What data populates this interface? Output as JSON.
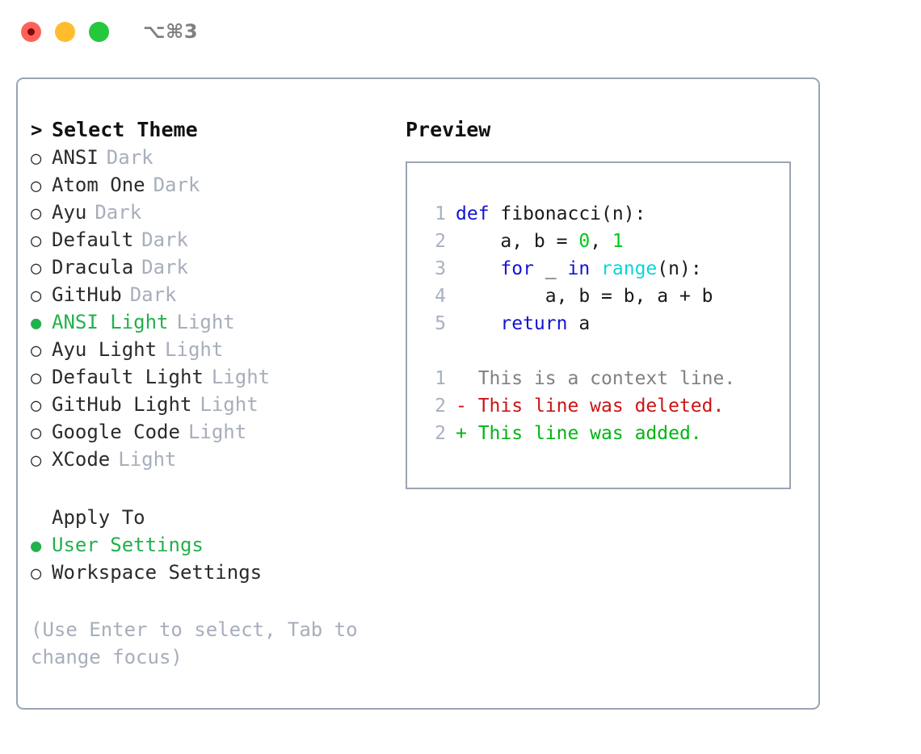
{
  "window": {
    "title": "⌥⌘3",
    "traffic_lights": [
      "close",
      "minimize",
      "zoom"
    ]
  },
  "theme_panel": {
    "header_caret": ">",
    "header": "Select Theme",
    "bullet_unselected": "○",
    "bullet_selected": "●",
    "items": [
      {
        "name": "ANSI",
        "kind": "Dark",
        "selected": false
      },
      {
        "name": "Atom One",
        "kind": "Dark",
        "selected": false
      },
      {
        "name": "Ayu",
        "kind": "Dark",
        "selected": false
      },
      {
        "name": "Default",
        "kind": "Dark",
        "selected": false
      },
      {
        "name": "Dracula",
        "kind": "Dark",
        "selected": false
      },
      {
        "name": "GitHub",
        "kind": "Dark",
        "selected": false
      },
      {
        "name": "ANSI Light",
        "kind": "Light",
        "selected": true
      },
      {
        "name": "Ayu Light",
        "kind": "Light",
        "selected": false
      },
      {
        "name": "Default Light",
        "kind": "Light",
        "selected": false
      },
      {
        "name": "GitHub Light",
        "kind": "Light",
        "selected": false
      },
      {
        "name": "Google Code",
        "kind": "Light",
        "selected": false
      },
      {
        "name": "XCode",
        "kind": "Light",
        "selected": false
      }
    ]
  },
  "apply_to": {
    "title": "Apply To",
    "options": [
      {
        "label": "User Settings",
        "selected": true
      },
      {
        "label": "Workspace Settings",
        "selected": false
      }
    ]
  },
  "hint": "(Use Enter to select, Tab to change focus)",
  "preview": {
    "title": "Preview",
    "code_lines": [
      {
        "no": "1",
        "tokens": [
          {
            "t": "def ",
            "c": "kw"
          },
          {
            "t": "fibonacci(n):",
            "c": "plain"
          }
        ]
      },
      {
        "no": "2",
        "tokens": [
          {
            "t": "    a, b = ",
            "c": "plain"
          },
          {
            "t": "0",
            "c": "num"
          },
          {
            "t": ", ",
            "c": "plain"
          },
          {
            "t": "1",
            "c": "num"
          }
        ]
      },
      {
        "no": "3",
        "tokens": [
          {
            "t": "    ",
            "c": "plain"
          },
          {
            "t": "for",
            "c": "kw"
          },
          {
            "t": " _ ",
            "c": "plain"
          },
          {
            "t": "in",
            "c": "kw"
          },
          {
            "t": " ",
            "c": "plain"
          },
          {
            "t": "range",
            "c": "fn"
          },
          {
            "t": "(n):",
            "c": "plain"
          }
        ]
      },
      {
        "no": "4",
        "tokens": [
          {
            "t": "        a, b = b, a + b",
            "c": "plain"
          }
        ]
      },
      {
        "no": "5",
        "tokens": [
          {
            "t": "    ",
            "c": "plain"
          },
          {
            "t": "return",
            "c": "kw"
          },
          {
            "t": " a",
            "c": "plain"
          }
        ]
      }
    ],
    "diff_lines": [
      {
        "no": "1",
        "marker": " ",
        "text": " This is a context line.",
        "c": "ctx"
      },
      {
        "no": "2",
        "marker": "-",
        "text": " This line was deleted.",
        "c": "del"
      },
      {
        "no": "2",
        "marker": "+",
        "text": " This line was added.",
        "c": "add"
      }
    ]
  },
  "colors": {
    "accent_green": "#22b14c",
    "muted_gray": "#a7aebb",
    "border": "#9aa4b4",
    "keyword_blue": "#1414d2",
    "function_cyan": "#0ad6d6",
    "number_green": "#00c817",
    "diff_delete_red": "#cc1414",
    "diff_add_green": "#00b512",
    "traffic_red": "#ff6159",
    "traffic_yellow": "#ffbd2e",
    "traffic_green": "#25c73c"
  }
}
